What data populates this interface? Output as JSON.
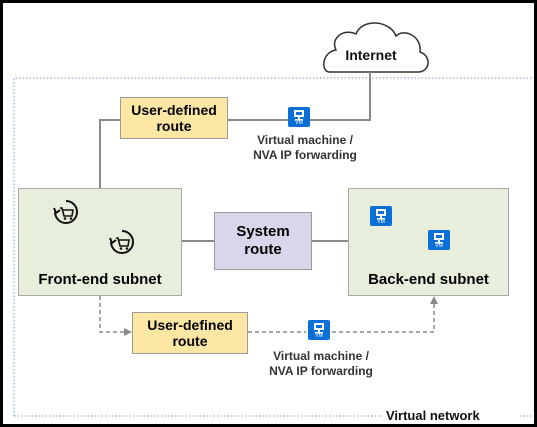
{
  "internet": {
    "label": "Internet"
  },
  "top_route": {
    "udr_label": "User-defined\nroute",
    "vm_badge": "VM",
    "vm_caption": "Virtual machine /\nNVA IP forwarding"
  },
  "bottom_route": {
    "udr_label": "User-defined\nroute",
    "vm_badge": "VM",
    "vm_caption": "Virtual machine /\nNVA IP forwarding"
  },
  "system_route": {
    "label": "System\nroute"
  },
  "front_end": {
    "label": "Front-end subnet"
  },
  "back_end": {
    "label": "Back-end subnet",
    "vm_badge": "VM"
  },
  "virtual_network": {
    "label": "Virtual network"
  },
  "colors": {
    "udr_fill": "#fce6a4",
    "system_route_fill": "#dad5ea",
    "subnet_fill": "#e7eedc",
    "vm_blue": "#0a6fd6",
    "vnet_border": "#7a9cc6"
  }
}
